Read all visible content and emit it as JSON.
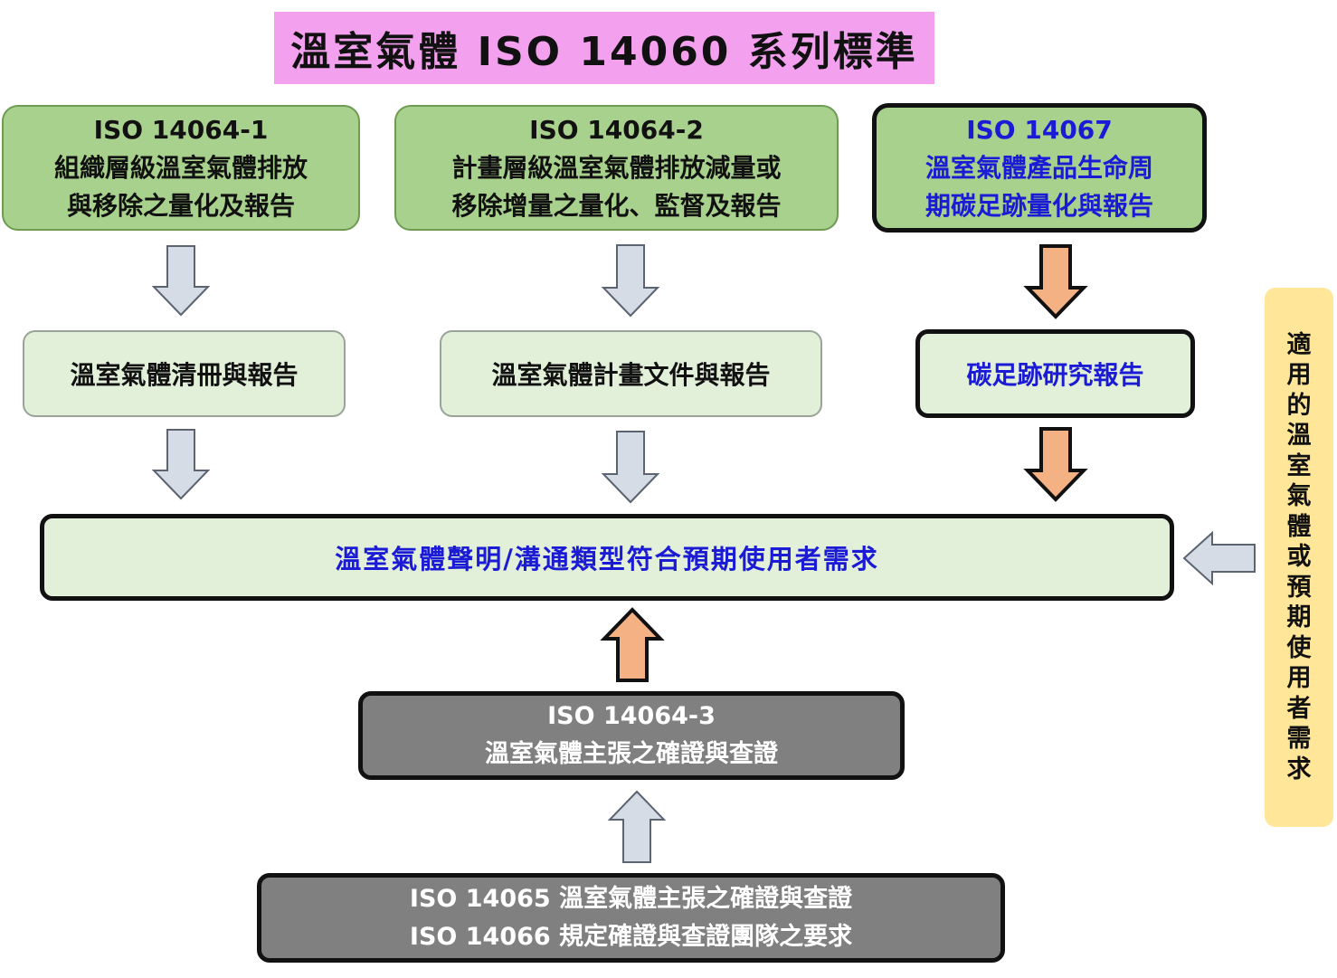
{
  "title": "溫室氣體 ISO 14060 系列標準",
  "top_boxes": [
    {
      "code": "ISO 14064-1",
      "line1": "組織層級溫室氣體排放",
      "line2": "與移除之量化及報告"
    },
    {
      "code": "ISO 14064-2",
      "line1": "計畫層級溫室氣體排放減量或",
      "line2": "移除增量之量化、監督及報告"
    },
    {
      "code": "ISO 14067",
      "line1": "溫室氣體產品生命周",
      "line2": "期碳足跡量化與報告"
    }
  ],
  "middle_boxes": [
    "溫室氣體清冊與報告",
    "溫室氣體計畫文件與報告",
    "碳足跡研究報告"
  ],
  "claim_box": "溫室氣體聲明/溝通類型符合預期使用者需求",
  "verification_box": {
    "code": "ISO 14064-3",
    "line1": "溫室氣體主張之確證與查證"
  },
  "bottom_box": {
    "line1": "ISO 14065 溫室氣體主張之確證與查證",
    "line2": "ISO 14066 規定確證與查證團隊之要求"
  },
  "side_box": "適用的溫室氣體或預期使用者需求",
  "colors": {
    "title_bg": "#f3a0ef",
    "green_box": "#a9d18e",
    "pale_box": "#e2f0d9",
    "gray_box": "#808080",
    "side_box": "#ffe699",
    "blue_text": "#1b1bd6",
    "gray_arrow": "#d6dce5",
    "orange_arrow": "#f4b183"
  }
}
